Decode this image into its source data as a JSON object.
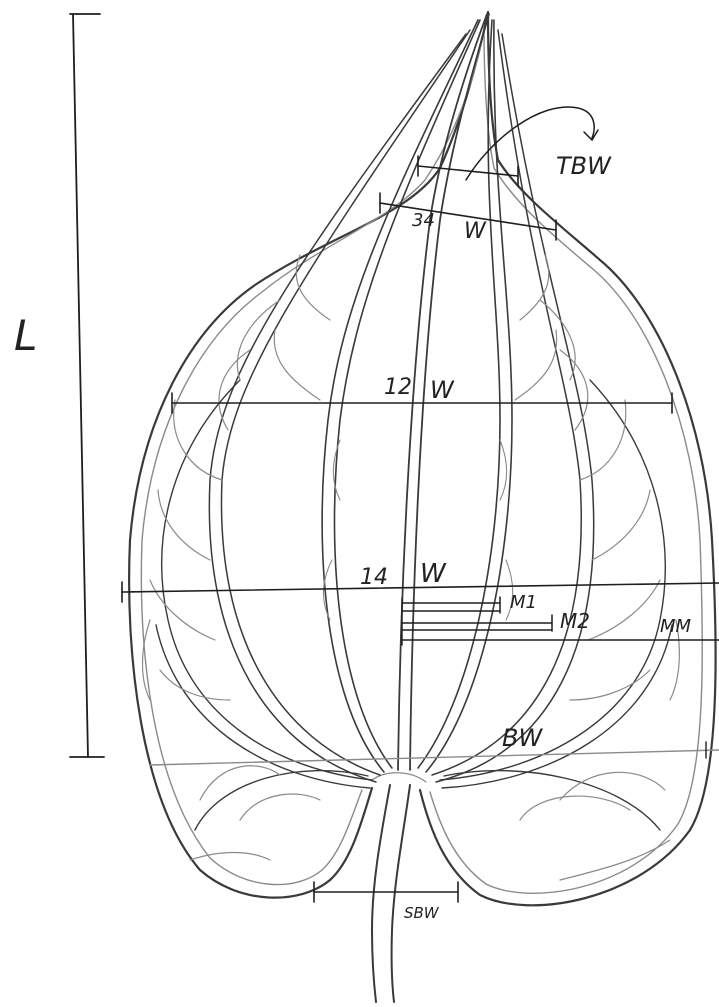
{
  "labels": {
    "length": "L",
    "tbw": "TBW",
    "w34_num": "34",
    "w34_w": "W",
    "w12_num": "12",
    "w12_w": "W",
    "w14_num": "14",
    "w14_w": "W",
    "m1": "M1",
    "m2": "M2",
    "mm": "MM",
    "bw": "BW",
    "sbw": "SBW"
  },
  "colors": {
    "pencil": "#3a3a3a",
    "soft": "#8a8a8a",
    "measure": "#1e1e1e",
    "background": "#ffffff"
  }
}
